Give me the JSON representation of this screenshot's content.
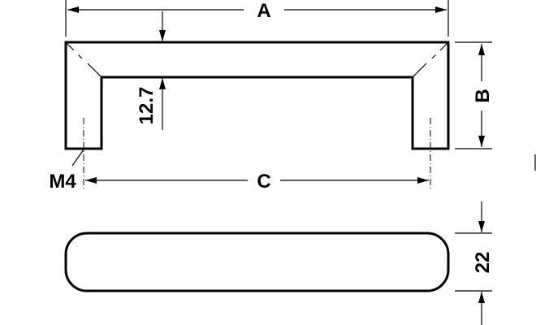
{
  "drawing": {
    "labels": {
      "overall_length": "A",
      "height": "B",
      "hole_spacing": "C",
      "thread": "M4",
      "bar_thickness": "12.7",
      "width": "22"
    },
    "line_color": "#000000",
    "background": "#ffffff"
  }
}
